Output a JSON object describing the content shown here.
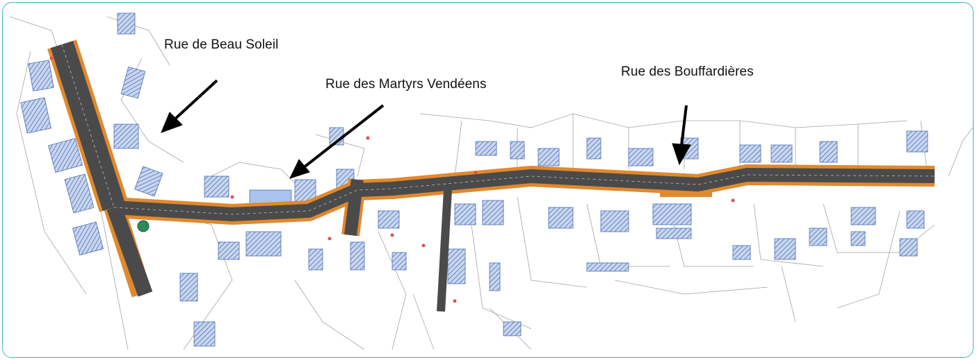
{
  "map": {
    "labels": [
      {
        "text": "Rue de Beau Soleil"
      },
      {
        "text": "Rue des Martyrs Vendéens"
      },
      {
        "text": "Rue des Bouffardières"
      }
    ],
    "colors": {
      "frame_border": "#3fb3cf",
      "road_surface": "#4a4a4a",
      "road_edge": "#e0892e",
      "building_fill": "#c9d6ee",
      "building_hatch": "#4a6fb8",
      "parcel_line": "#9a9a9a",
      "arrow": "#000000",
      "roundabout_center": "#2e8b57"
    },
    "icons": [
      "arrow-icon"
    ]
  }
}
